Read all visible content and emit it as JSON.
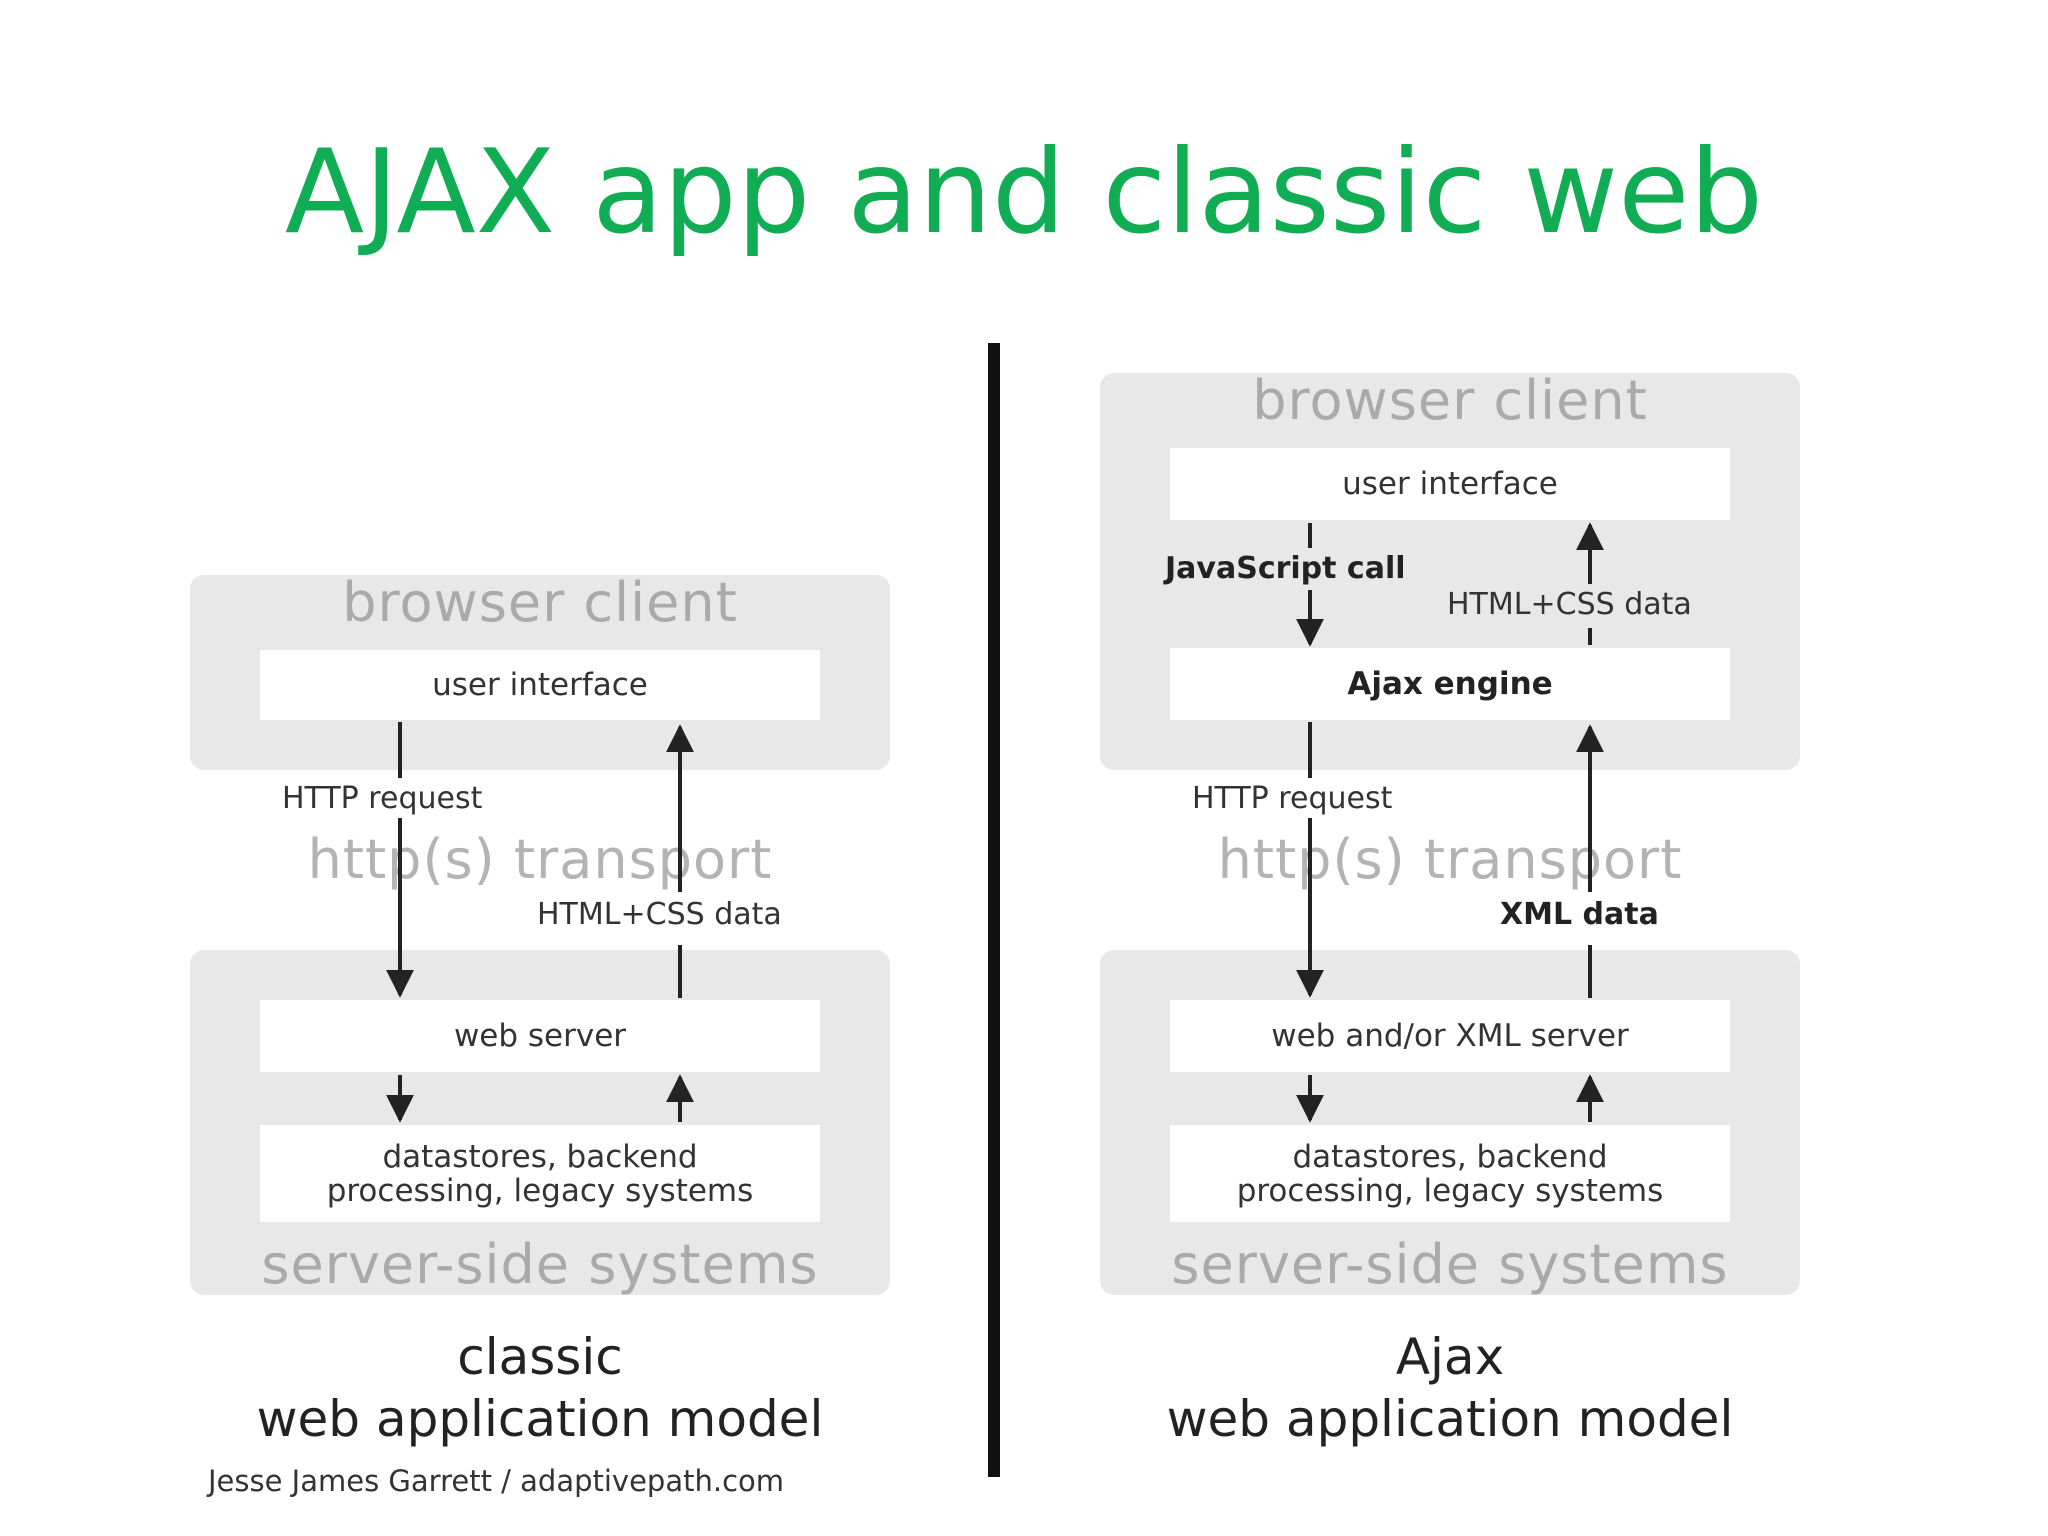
{
  "slide": {
    "title": "AJAX app and classic web"
  },
  "classic": {
    "zone_browser": "browser client",
    "user_interface": "user interface",
    "http_request": "HTTP request",
    "transport": "http(s) transport",
    "response": "HTML+CSS data",
    "web_server": "web server",
    "datastores_line1": "datastores, backend",
    "datastores_line2": "processing, legacy systems",
    "zone_server": "server-side systems",
    "caption_line1": "classic",
    "caption_line2": "web application model",
    "credit": "Jesse James Garrett / adaptivepath.com"
  },
  "ajax": {
    "zone_browser": "browser client",
    "user_interface": "user interface",
    "js_call": "JavaScript call",
    "html_css_data": "HTML+CSS data",
    "ajax_engine": "Ajax engine",
    "http_request": "HTTP request",
    "transport": "http(s) transport",
    "response": "XML data",
    "web_server": "web and/or XML server",
    "datastores_line1": "datastores, backend",
    "datastores_line2": "processing, legacy systems",
    "zone_server": "server-side systems",
    "caption_line1": "Ajax",
    "caption_line2": "web application model"
  }
}
